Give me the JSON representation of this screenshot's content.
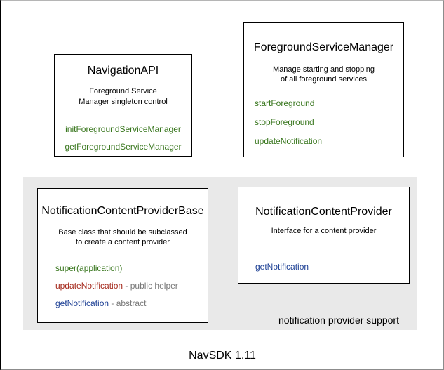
{
  "diagram": {
    "footer_label": "NavSDK 1.11",
    "group_label": "notification provider support"
  },
  "colors": {
    "method-green": "#38761d",
    "method-red": "#a5291c",
    "method-blue": "#1c3f94",
    "suffix-gray": "#777777",
    "group-bg": "#e9e9e9"
  },
  "boxes": {
    "navigation_api": {
      "title": "NavigationAPI",
      "description_lines": [
        "Foreground Service",
        "Manager singleton control"
      ],
      "methods": [
        {
          "name": "initForegroundServiceManager",
          "color": "green",
          "suffix": ""
        },
        {
          "name": "getForegroundServiceManager",
          "color": "green",
          "suffix": ""
        }
      ]
    },
    "foreground_service_manager": {
      "title": "ForegroundServiceManager",
      "description_lines": [
        "Manage starting and stopping",
        "of all foreground services"
      ],
      "methods": [
        {
          "name": "startForeground",
          "color": "green",
          "suffix": ""
        },
        {
          "name": "stopForeground",
          "color": "green",
          "suffix": ""
        },
        {
          "name": "updateNotification",
          "color": "green",
          "suffix": ""
        }
      ]
    },
    "notification_content_provider_base": {
      "title": "NotificationContentProviderBase",
      "description_lines": [
        "Base class that should be subclassed",
        "to create a content provider"
      ],
      "methods": [
        {
          "name": "super(application)",
          "color": "green",
          "suffix": ""
        },
        {
          "name": "updateNotification",
          "color": "red",
          "suffix": " - public helper"
        },
        {
          "name": "getNotification",
          "color": "blue",
          "suffix": " - abstract"
        }
      ]
    },
    "notification_content_provider": {
      "title": "NotificationContentProvider",
      "description_lines": [
        "Interface for a content provider"
      ],
      "methods": [
        {
          "name": "getNotification",
          "color": "blue",
          "suffix": ""
        }
      ]
    }
  }
}
